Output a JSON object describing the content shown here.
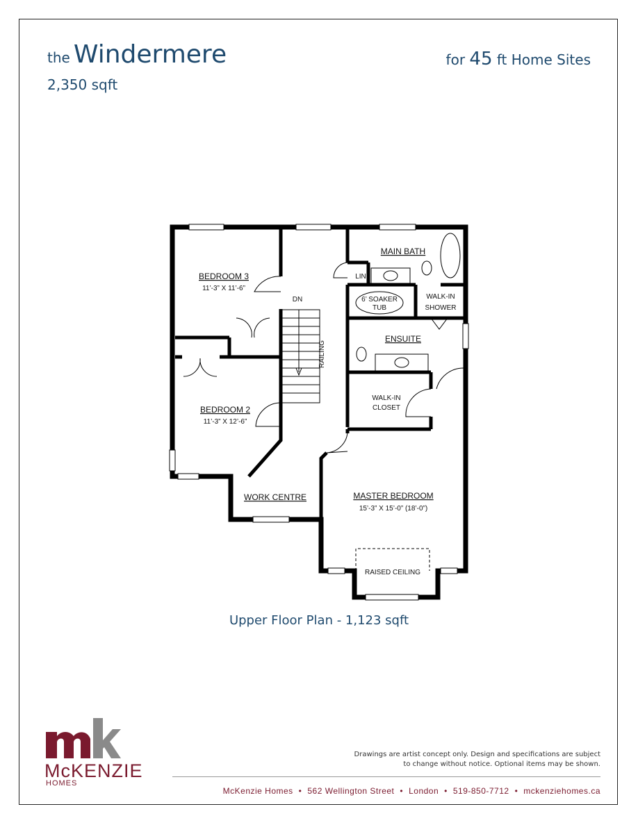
{
  "header": {
    "title_prefix": "the",
    "title_name": "Windermere",
    "total_sqft": "2,350 sqft",
    "sites_prefix": "for",
    "sites_number": "45",
    "sites_suffix": "ft Home Sites"
  },
  "plan": {
    "caption": "Upper Floor Plan - 1,123 sqft",
    "rooms": {
      "bedroom3": {
        "name": "BEDROOM 3",
        "dims": "11’-3” X 11’-6”"
      },
      "bedroom2": {
        "name": "BEDROOM 2",
        "dims": "11’-3” X 12’-6”"
      },
      "main_bath": {
        "name": "MAIN BATH"
      },
      "lin": {
        "name": "LIN"
      },
      "soaker_tub_1": "6’ SOAKER",
      "soaker_tub_2": "TUB",
      "walkin_shower_1": "WALK-IN",
      "walkin_shower_2": "SHOWER",
      "ensuite": {
        "name": "ENSUITE"
      },
      "walkin_closet_1": "WALK-IN",
      "walkin_closet_2": "CLOSET",
      "work_centre": {
        "name": "WORK CENTRE"
      },
      "master": {
        "name": "MASTER BEDROOM",
        "dims": "15’-3” X 15’-0” (18’-0”)"
      },
      "raised_ceiling": "RAISED CEILING",
      "stair_dn": "DN",
      "railing": "RAILING"
    }
  },
  "brand": {
    "mark": "mk",
    "name": "McKENZIE",
    "sub": "HOMES",
    "color": "#7a1a2e",
    "gray": "#888888"
  },
  "footer": {
    "disclaimer_line1": "Drawings are artist concept only. Design and specifications are subject",
    "disclaimer_line2": "to change without notice. Optional items may be shown.",
    "contact": [
      "McKenzie Homes",
      "562 Wellington Street",
      "London",
      "519-850-7712",
      "mckenziehomes.ca"
    ]
  }
}
